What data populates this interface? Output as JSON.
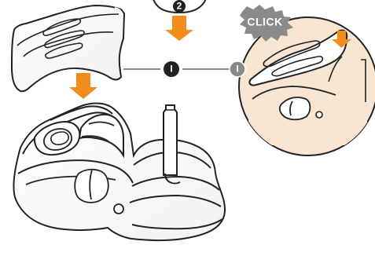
{
  "diagram": {
    "step_labels": {
      "top": "2",
      "main": "I",
      "detail": "I"
    },
    "detail": {
      "click_text": "CLICK"
    },
    "colors": {
      "accent": "#F28C1B",
      "outline": "#222222",
      "detail_fill": "#F8E6D2",
      "white": "#FFFFFF",
      "badge": "#8A8A8A"
    }
  }
}
